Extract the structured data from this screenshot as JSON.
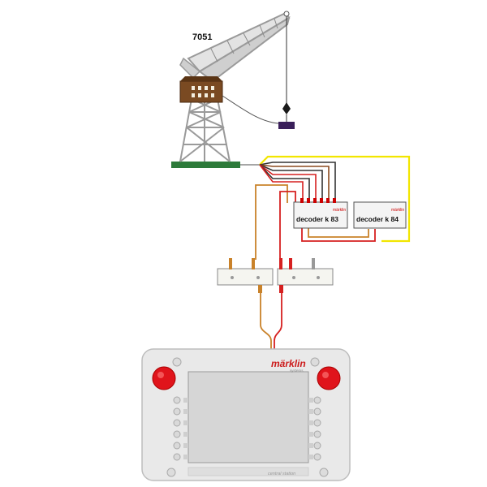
{
  "crane": {
    "model": "7051"
  },
  "decoders": [
    {
      "label": "decoder k 83",
      "badge": "märklin"
    },
    {
      "label": "decoder k 84",
      "badge": "märklin"
    }
  ],
  "central_station": {
    "brand": "märklin",
    "brand_sub": "systems",
    "caption": "central station"
  },
  "colors": {
    "yellow_wire": "#f2e600",
    "brown_wire": "#c9822a",
    "red_wire": "#d62020",
    "dark_wire": "#333333",
    "crane_steel": "#d3d3d3",
    "cabin": "#7a4a22",
    "base_green": "#2d7a3a",
    "hook": "#3a1f5a",
    "button_red": "#e0141b"
  }
}
